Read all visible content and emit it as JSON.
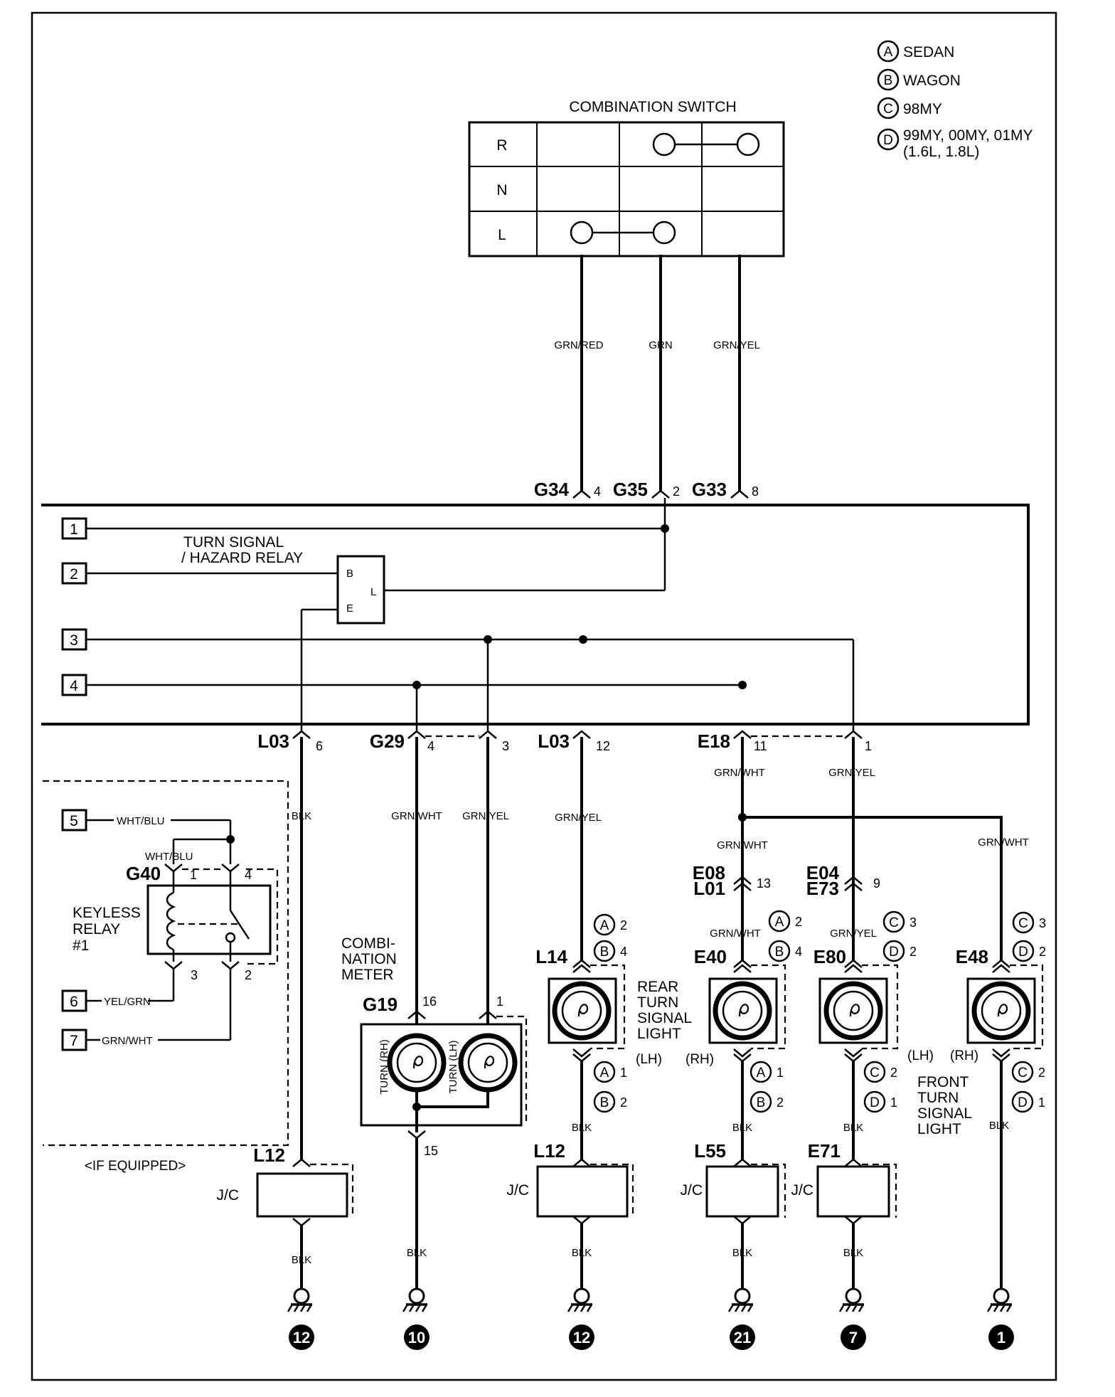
{
  "legend": [
    {
      "letter": "A",
      "text": "SEDAN"
    },
    {
      "letter": "B",
      "text": "WAGON"
    },
    {
      "letter": "C",
      "text": "98MY"
    },
    {
      "letter": "D",
      "text": "99MY, 00MY, 01MY",
      "text2": "(1.6L, 1.8L)"
    }
  ],
  "combination_switch": {
    "title": "COMBINATION SWITCH",
    "rows": [
      "R",
      "N",
      "L"
    ]
  },
  "wires": {
    "grn_red": "GRN/RED",
    "grn": "GRN",
    "grn_yel": "GRN/YEL",
    "grn_wht": "GRN/WHT",
    "blk": "BLK",
    "wht_blu": "WHT/BLU",
    "yel_grn": "YEL/GRN"
  },
  "connectors": {
    "g34": {
      "name": "G34",
      "pin": "4"
    },
    "g35": {
      "name": "G35",
      "pin": "2"
    },
    "g33": {
      "name": "G33",
      "pin": "8"
    },
    "l03a": {
      "name": "L03",
      "pin": "6"
    },
    "g29": {
      "name": "G29",
      "pin_a": "4",
      "pin_b": "3"
    },
    "l03b": {
      "name": "L03",
      "pin": "12"
    },
    "e18": {
      "name": "E18",
      "pin_a": "11",
      "pin_b": "1"
    },
    "e08": {
      "name": "E08",
      "name2": "L01",
      "pin": "13"
    },
    "e04": {
      "name": "E04",
      "name2": "E73",
      "pin": "9"
    },
    "g40": {
      "name": "G40",
      "pins": [
        "1",
        "4",
        "3",
        "2"
      ]
    },
    "g19": {
      "name": "G19",
      "pin_a": "16",
      "pin_b": "1",
      "pin_c": "15"
    },
    "l14": {
      "name": "L14",
      "pin_a": "2",
      "pin_b": "4",
      "pin_c": "1",
      "pin_d": "2"
    },
    "e40": {
      "name": "E40",
      "pin_a": "2",
      "pin_b": "4",
      "pin_c": "1",
      "pin_d": "2"
    },
    "e80": {
      "name": "E80",
      "pin_a": "3",
      "pin_b": "2",
      "pin_c": "2",
      "pin_d": "1"
    },
    "e48": {
      "name": "E48",
      "pin_a": "3",
      "pin_b": "2",
      "pin_c": "2",
      "pin_d": "1"
    },
    "l12a": {
      "name": "L12"
    },
    "l12b": {
      "name": "L12"
    },
    "l55": {
      "name": "L55"
    },
    "e71": {
      "name": "E71"
    }
  },
  "terminals": [
    "1",
    "2",
    "3",
    "4",
    "5",
    "6",
    "7"
  ],
  "relay": {
    "label1": "TURN SIGNAL",
    "label2": "/ HAZARD RELAY",
    "b": "B",
    "l": "L",
    "e": "E"
  },
  "keyless_relay": {
    "line1": "KEYLESS",
    "line2": "RELAY",
    "line3": "#1"
  },
  "if_equipped": "<IF EQUIPPED>",
  "combination_meter": {
    "line1": "COMBI-",
    "line2": "NATION",
    "line3": "METER",
    "turn_rh": "TURN (RH)",
    "turn_lh": "TURN (LH)"
  },
  "rear_signal": {
    "line1": "REAR",
    "line2": "TURN",
    "line3": "SIGNAL",
    "line4": "LIGHT",
    "lh": "(LH)",
    "rh": "(RH)"
  },
  "front_signal": {
    "line1": "FRONT",
    "line2": "TURN",
    "line3": "SIGNAL",
    "line4": "LIGHT",
    "lh": "(LH)",
    "rh": "(RH)"
  },
  "jc": "J/C",
  "variant_letters": {
    "a": "A",
    "b": "B",
    "c": "C",
    "d": "D"
  },
  "grounds": [
    "12",
    "10",
    "12",
    "21",
    "7",
    "1"
  ]
}
